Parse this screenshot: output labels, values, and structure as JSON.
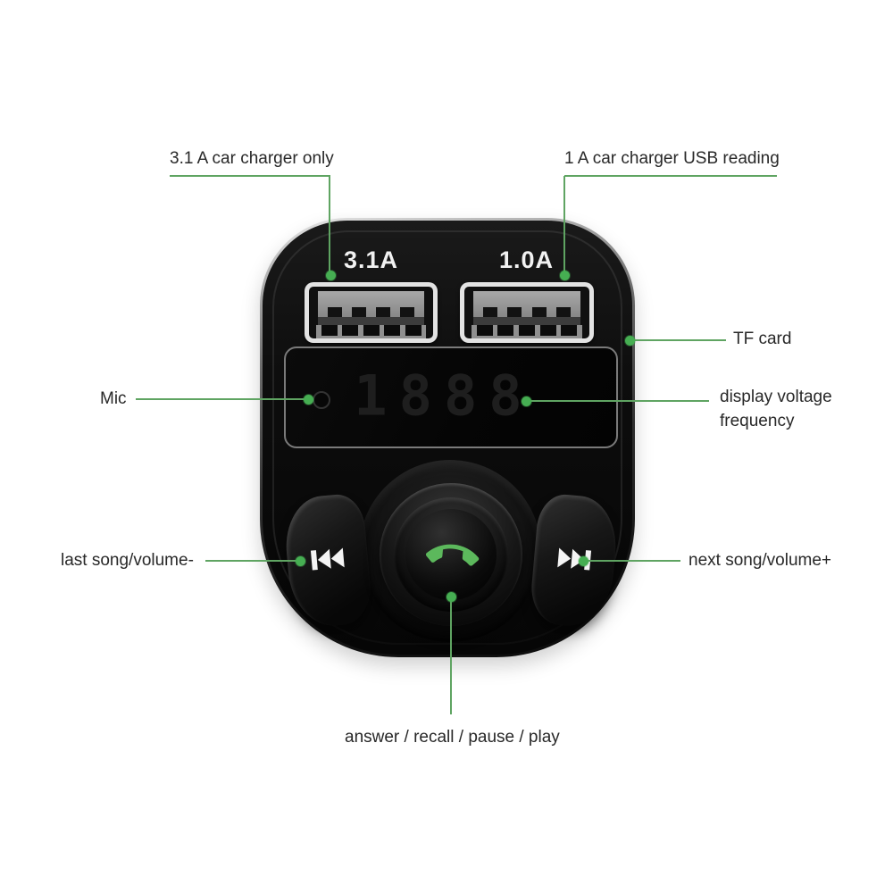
{
  "title": "Car charger FM transmitter callout diagram",
  "colors": {
    "background": "#ffffff",
    "annotation_line": "#5fa462",
    "annotation_dot": "#46ae52",
    "call_green": "#5cb85c",
    "label_text": "#282828"
  },
  "labels": {
    "charger31": "3.1 A car charger only",
    "charger10": "1 A car charger USB reading",
    "tf": "TF card",
    "mic": "Mic",
    "display": "display voltage frequency",
    "last": "last song/volume-",
    "next": "next song/volume+",
    "answer": "answer / recall / pause / play"
  },
  "device": {
    "port_left_label": "3.1A",
    "port_right_label": "1.0A",
    "display_value": "1888"
  },
  "icons": {
    "prev": "prev-track-icon",
    "next": "next-track-icon",
    "call": "answer-call-icon",
    "mic_hole": "mic-hole-icon"
  }
}
